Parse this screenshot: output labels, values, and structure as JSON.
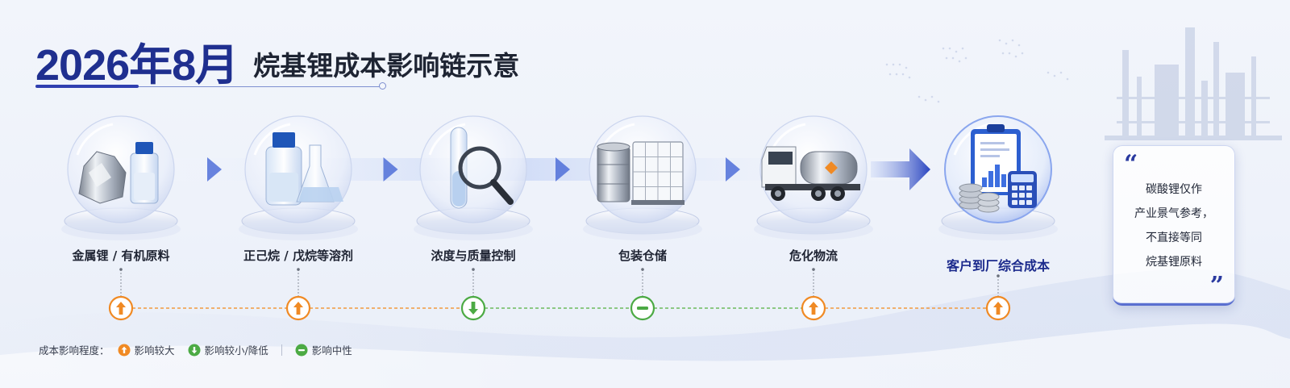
{
  "title": {
    "year_month": "2026年8月",
    "main": "烷基锂成本影响链示意"
  },
  "stages": [
    {
      "label": "金属锂 / 有机原料",
      "impact": "up",
      "icon": "lithium-metal-and-reagent-bottle-icon"
    },
    {
      "label": "正己烷 / 戊烷等溶剂",
      "impact": "up",
      "icon": "solvent-bottle-and-flask-icon"
    },
    {
      "label": "浓度与质量控制",
      "impact": "down",
      "icon": "test-tube-magnifier-icon"
    },
    {
      "label": "包装仓储",
      "impact": "neutral",
      "icon": "drums-and-ibc-tote-icon"
    },
    {
      "label": "危化物流",
      "impact": "up",
      "icon": "hazmat-tanker-truck-icon"
    },
    {
      "label": "客户到厂综合成本",
      "impact": "up",
      "icon": "clipboard-chart-coins-calculator-icon"
    }
  ],
  "quote": {
    "lines": [
      "碳酸锂仅作",
      "产业景气参考，",
      "不直接等同",
      "烷基锂原料"
    ]
  },
  "legend": {
    "title": "成本影响程度：",
    "items": [
      {
        "key": "up",
        "label": "影响较大"
      },
      {
        "key": "down",
        "label": "影响较小/降低"
      },
      {
        "key": "neutral",
        "label": "影响中性"
      }
    ]
  },
  "colors": {
    "up": "#f08a24",
    "down": "#4caa44",
    "neutral": "#4caa44",
    "title_blue": "#1f2f8f",
    "arrow_blue": "#3a55c8"
  }
}
